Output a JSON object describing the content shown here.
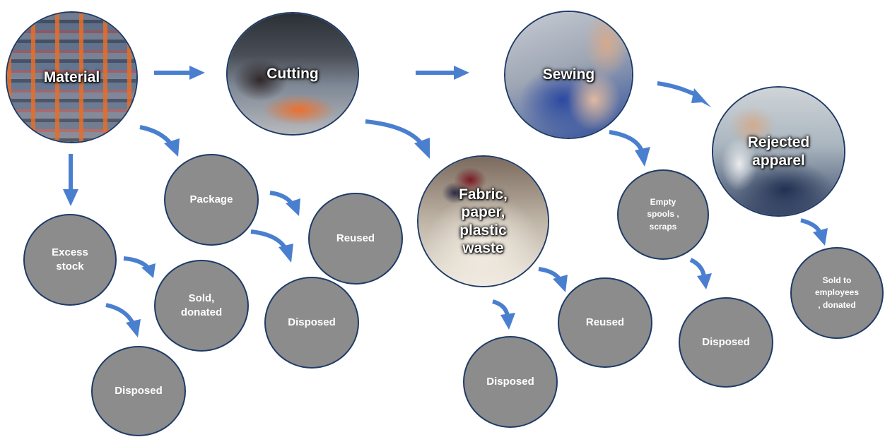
{
  "stages": {
    "material": "Material",
    "cutting": "Cutting",
    "sewing": "Sewing",
    "rejected": "Rejected\napparel"
  },
  "outputs": {
    "excess_stock": "Excess\nstock",
    "sold_donated": "Sold,\ndonated",
    "excess_disposed": "Disposed",
    "package": "Package",
    "package_reused": "Reused",
    "package_disposed": "Disposed",
    "waste": "Fabric,\npaper,\nplastic\nwaste",
    "waste_reused": "Reused",
    "waste_disposed": "Disposed",
    "spools": "Empty\nspools ,\nscraps",
    "spools_disposed": "Disposed",
    "sold_employees": "Sold to\nemployees\n, donated"
  },
  "colors": {
    "arrow": "#4a7fd0",
    "node_fill": "#8c8c8c",
    "node_border": "#1f3b66"
  }
}
